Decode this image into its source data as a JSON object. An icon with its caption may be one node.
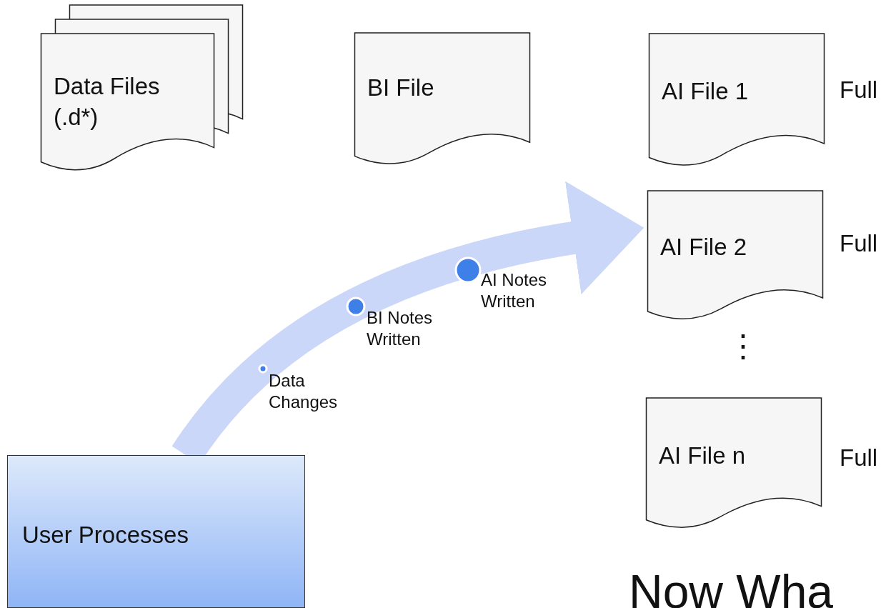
{
  "diagram": {
    "nodes": [
      {
        "text": [
          "Data Files (.d*)"
        ]
      },
      {
        "text": [
          "BI File"
        ]
      },
      {
        "text": [
          "AI File 1"
        ],
        "beside": [
          "Full"
        ]
      },
      {
        "text": [
          "AI File 2"
        ],
        "beside": [
          "Full"
        ]
      },
      {
        "text": [
          "AI File n"
        ],
        "beside": [
          "Full"
        ]
      },
      {
        "text": [
          "User Processes"
        ]
      }
    ],
    "edges": [
      {
        "from": 5,
        "to": 3,
        "arrow": "to"
      }
    ],
    "labels": [
      "AI Notes Written",
      "BI Notes Written",
      "Data Changes",
      "⋮",
      "Now Wha"
    ]
  }
}
